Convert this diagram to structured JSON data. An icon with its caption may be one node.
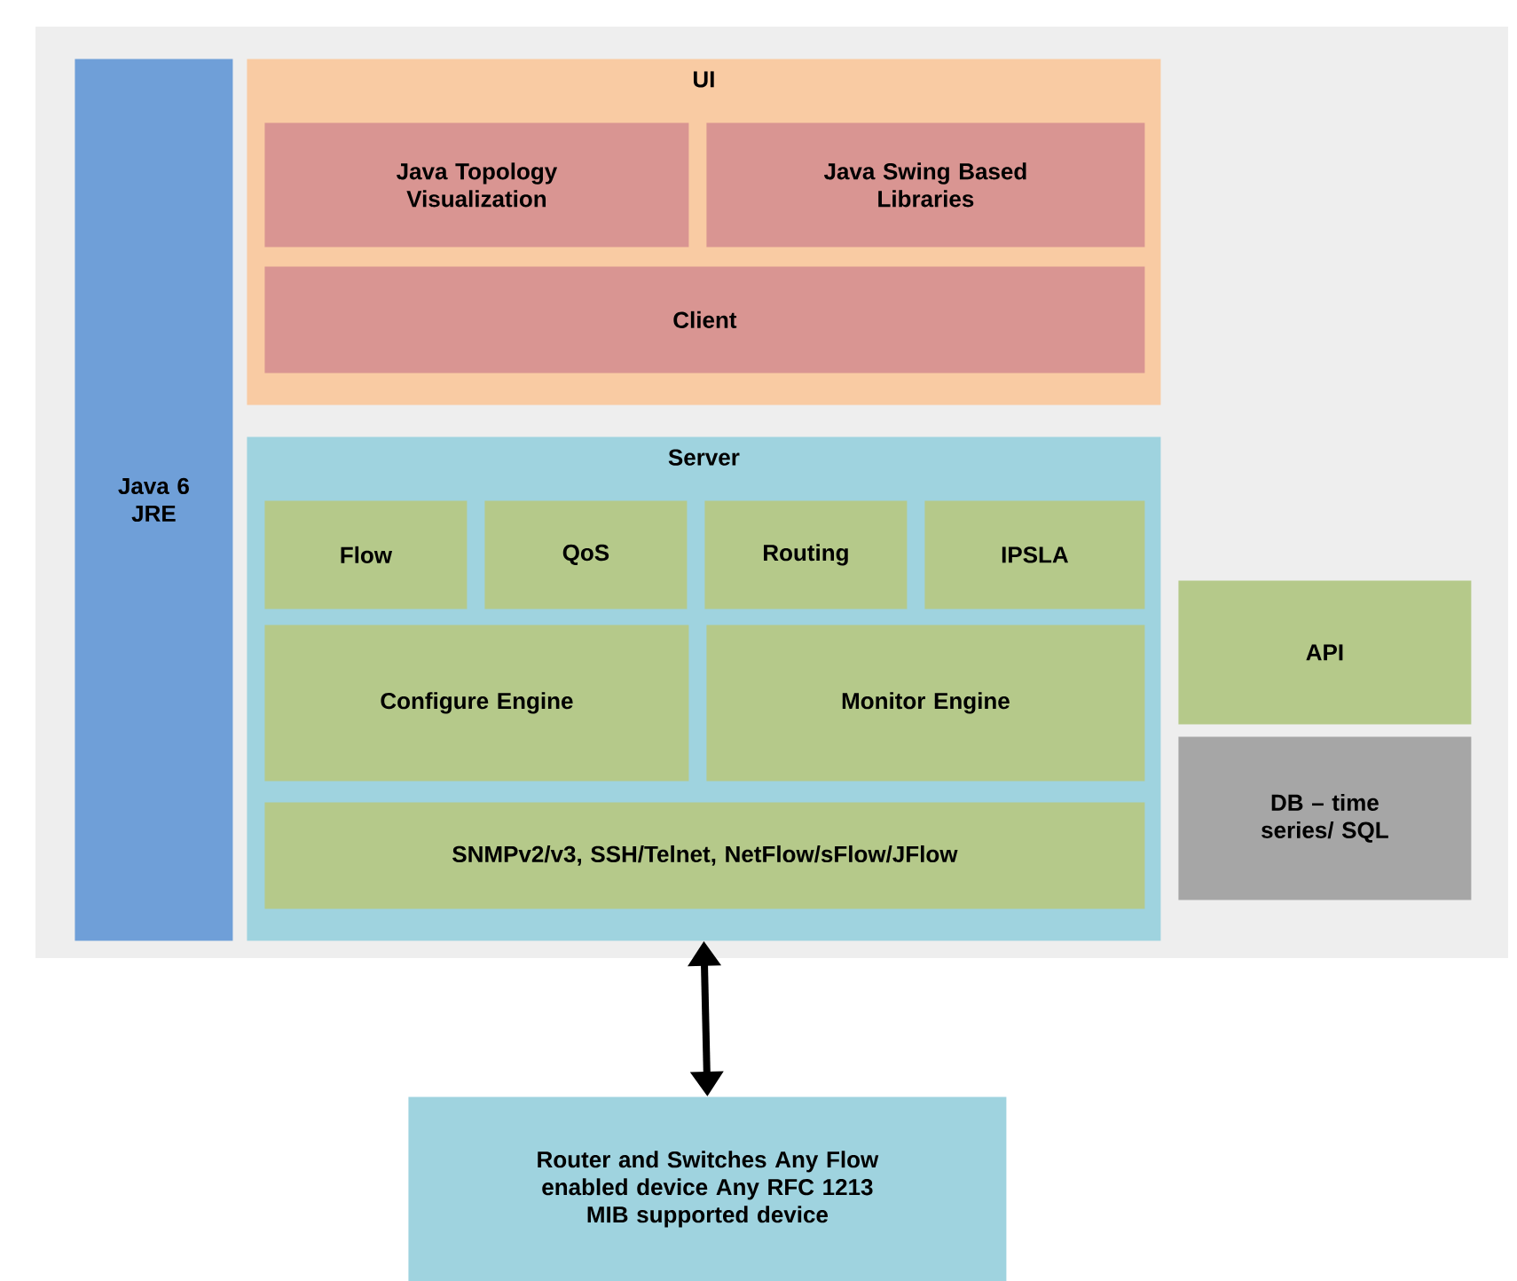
{
  "diagram": {
    "nodes": [
      {
        "text": [
          "Java 6 JRE"
        ]
      },
      {
        "text": [
          "UI"
        ]
      },
      {
        "text": [
          "Java Topology Visualization"
        ],
        "in": 1
      },
      {
        "text": [
          "Java Swing Based Libraries"
        ],
        "in": 1
      },
      {
        "text": [
          "Client"
        ],
        "in": 1
      },
      {
        "text": [
          "Server"
        ]
      },
      {
        "text": [
          "Flow"
        ],
        "in": 5
      },
      {
        "text": [
          "QoS"
        ],
        "in": 5
      },
      {
        "text": [
          "Routing"
        ],
        "in": 5
      },
      {
        "text": [
          "IPSLA"
        ],
        "in": 5
      },
      {
        "text": [
          "Configure Engine"
        ],
        "in": 5
      },
      {
        "text": [
          "Monitor Engine"
        ],
        "in": 5
      },
      {
        "text": [
          "SNMPv2/v3, SSH/Telnet, NetFlow/sFlow/JFlow"
        ],
        "in": 5
      },
      {
        "text": [
          "API"
        ]
      },
      {
        "text": [
          "DB – time series/ SQL"
        ]
      },
      {
        "text": [
          "Router and Switches Any Flow enabled device Any RFC 1213 MIB supported device"
        ]
      }
    ],
    "edges": [
      {
        "from": 5,
        "to": 15,
        "arrow": "both"
      }
    ]
  }
}
